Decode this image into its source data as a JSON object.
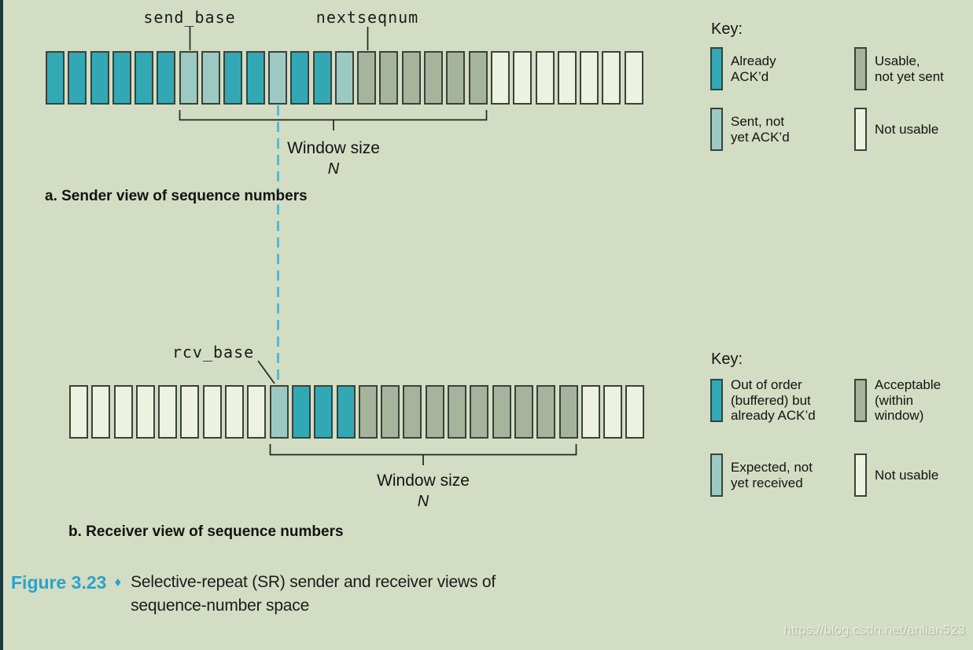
{
  "colors": {
    "background": "#d3ddc3",
    "box_border": "#3a423a",
    "already_acked": "#32a8b5",
    "sent_not_acked": "#9ccac3",
    "usable_not_sent": "#a6b49c",
    "not_usable": "#edf1e0",
    "buffered_acked": "#32a8b5",
    "expected_not_received": "#9ccac3",
    "acceptable_in_window": "#a6b49c",
    "dashed_line_blue": "#41b5d9",
    "line_color": "#222622",
    "figure_label_blue": "#2aa3c8",
    "text_color": "#131313"
  },
  "sender": {
    "send_base_label": "send_base",
    "nextseqnum_label": "nextseqnum",
    "window_label": "Window size",
    "window_n": "N",
    "caption": "a. Sender view of sequence numbers",
    "boxes": [
      "already_acked",
      "already_acked",
      "already_acked",
      "already_acked",
      "already_acked",
      "already_acked",
      "sent_not_acked",
      "sent_not_acked",
      "already_acked",
      "already_acked",
      "sent_not_acked",
      "already_acked",
      "already_acked",
      "sent_not_acked",
      "usable_not_sent",
      "usable_not_sent",
      "usable_not_sent",
      "usable_not_sent",
      "usable_not_sent",
      "usable_not_sent",
      "not_usable",
      "not_usable",
      "not_usable",
      "not_usable",
      "not_usable",
      "not_usable",
      "not_usable"
    ]
  },
  "receiver": {
    "rcv_base_label": "rcv_base",
    "window_label": "Window size",
    "window_n": "N",
    "caption": "b. Receiver view of sequence numbers",
    "boxes": [
      "not_usable",
      "not_usable",
      "not_usable",
      "not_usable",
      "not_usable",
      "not_usable",
      "not_usable",
      "not_usable",
      "not_usable",
      "expected_not_received",
      "buffered_acked",
      "buffered_acked",
      "buffered_acked",
      "acceptable_in_window",
      "acceptable_in_window",
      "acceptable_in_window",
      "acceptable_in_window",
      "acceptable_in_window",
      "acceptable_in_window",
      "acceptable_in_window",
      "acceptable_in_window",
      "acceptable_in_window",
      "acceptable_in_window",
      "not_usable",
      "not_usable",
      "not_usable"
    ]
  },
  "sender_key": {
    "title": "Key:",
    "entries": [
      {
        "swatch": "already_acked",
        "label": "Already\nACK’d"
      },
      {
        "swatch": "usable_not_sent",
        "label": "Usable,\nnot yet sent"
      },
      {
        "swatch": "sent_not_acked",
        "label": "Sent, not\nyet ACK’d"
      },
      {
        "swatch": "not_usable",
        "label": "Not usable"
      }
    ]
  },
  "receiver_key": {
    "title": "Key:",
    "entries": [
      {
        "swatch": "buffered_acked",
        "label": "Out of order\n(buffered) but\nalready ACK’d"
      },
      {
        "swatch": "acceptable_in_window",
        "label": "Acceptable\n(within\nwindow)"
      },
      {
        "swatch": "expected_not_received",
        "label": "Expected, not\nyet received"
      },
      {
        "swatch": "not_usable",
        "label": "Not usable"
      }
    ]
  },
  "figure_caption": {
    "figure_label": "Figure 3.23",
    "diamond": "♦",
    "line1": "Selective-repeat (SR) sender and receiver views of",
    "line2": "sequence-number space"
  },
  "watermark": "https://blog.csdn.net/anlian523"
}
